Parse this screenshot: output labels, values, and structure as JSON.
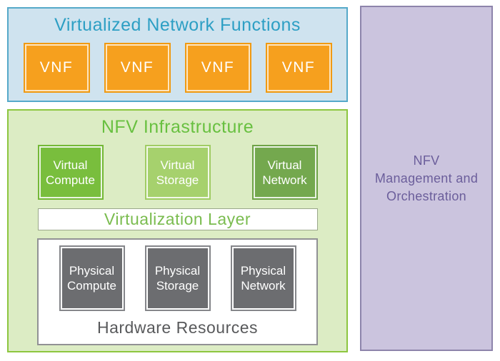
{
  "vnf_layer": {
    "title": "Virtualized Network Functions",
    "items": [
      "VNF",
      "VNF",
      "VNF",
      "VNF"
    ],
    "colors": {
      "background": "#cfe3ef",
      "border": "#55a9c9",
      "title_text": "#2d9fc4",
      "vnf_fill": "#f6a01e",
      "vnf_text": "#ffffff"
    }
  },
  "nfvi": {
    "title": "NFV Infrastructure",
    "virtual_resources": [
      {
        "label": "Virtual Compute",
        "fill": "#79be3d"
      },
      {
        "label": "Virtual Storage",
        "fill": "#a6d16d"
      },
      {
        "label": "Virtual Network",
        "fill": "#74a84e"
      }
    ],
    "virtualization_layer_label": "Virtualization Layer",
    "hardware": {
      "title": "Hardware Resources",
      "items": [
        {
          "label": "Physical Compute"
        },
        {
          "label": "Physical Storage"
        },
        {
          "label": "Physical Network"
        }
      ],
      "item_fill": "#6c6d70",
      "title_text": "#58595b"
    },
    "colors": {
      "background": "#dcecc4",
      "border": "#8dc63f",
      "title_text": "#68c040",
      "virtualization_text": "#7abc4f"
    }
  },
  "mano": {
    "lines": [
      "NFV",
      "Management and",
      "Orchestration"
    ],
    "colors": {
      "background": "#cbc4de",
      "border": "#8d84ab",
      "text": "#6b5e9b"
    }
  }
}
